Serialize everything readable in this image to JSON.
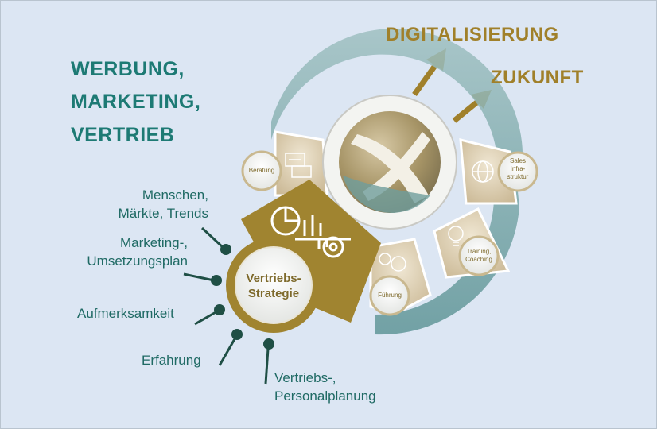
{
  "headline": {
    "line1": "WERBUNG,",
    "line2": "MARKETING,",
    "line3": "VERTRIEB"
  },
  "titles": {
    "digitalisierung": "DIGITALISIERUNG",
    "zukunft": "ZUKUNFT"
  },
  "center": {
    "line1": "Vertriebs-",
    "line2": "Strategie"
  },
  "branches": {
    "menschen": [
      "Menschen,",
      "Märkte, Trends"
    ],
    "marketing": [
      "Marketing-,",
      "Umsetzungsplan"
    ],
    "aufmerksamkeit": "Aufmerksamkeit",
    "erfahrung": "Erfahrung",
    "vertrieb": [
      "Vertriebs-,",
      "Personalplanung"
    ]
  },
  "segments": {
    "beratung": "Beratung",
    "sales": [
      "Sales",
      "Infra-",
      "struktur"
    ],
    "training": [
      "Training,",
      "Coaching"
    ],
    "fuehrung": "Führung"
  },
  "colors": {
    "teal": "#1d7a74",
    "gold": "#a0802a",
    "olive": "#a08430",
    "background": "#dce6f3"
  },
  "icons": [
    "pie-chart-icon",
    "gear-icon",
    "key-icon",
    "document-icon",
    "globe-icon",
    "lightbulb-icon",
    "gears-icon",
    "logo-emblem"
  ]
}
